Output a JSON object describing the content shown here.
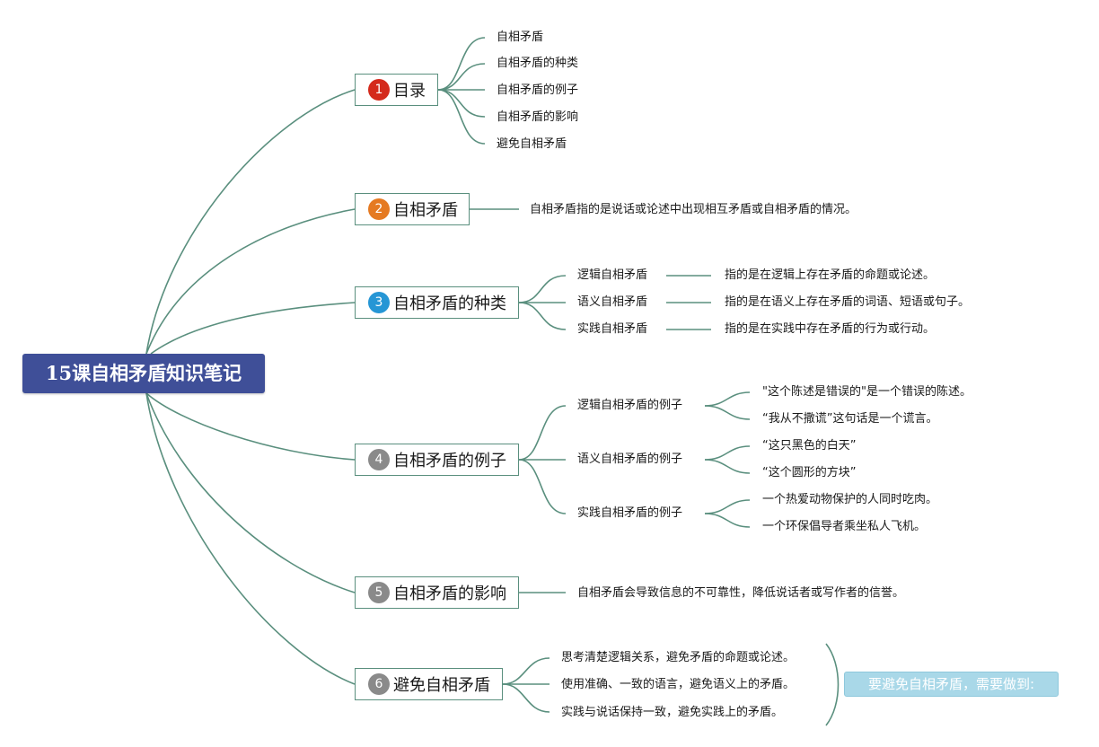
{
  "root": {
    "title": "15课自相矛盾知识笔记"
  },
  "colors": {
    "line": "#5a8f7e",
    "root_bg": "#3f4f98",
    "badge_red": "#d42a1c",
    "badge_orange": "#e57a22",
    "badge_blue": "#2696d5",
    "badge_gray": "#8a8a8a",
    "note_bg": "#a9d8e8"
  },
  "branches": [
    {
      "num": "1",
      "label": "目录",
      "children": [
        "自相矛盾",
        "自相矛盾的种类",
        "自相矛盾的例子",
        "自相矛盾的影响",
        "避免自相矛盾"
      ]
    },
    {
      "num": "2",
      "label": "自相矛盾",
      "children": [
        "自相矛盾指的是说话或论述中出现相互矛盾或自相矛盾的情况。"
      ]
    },
    {
      "num": "3",
      "label": "自相矛盾的种类",
      "children": [
        {
          "label": "逻辑自相矛盾",
          "detail": "指的是在逻辑上存在矛盾的命题或论述。"
        },
        {
          "label": "语义自相矛盾",
          "detail": "指的是在语义上存在矛盾的词语、短语或句子。"
        },
        {
          "label": "实践自相矛盾",
          "detail": "指的是在实践中存在矛盾的行为或行动。"
        }
      ]
    },
    {
      "num": "4",
      "label": "自相矛盾的例子",
      "children": [
        {
          "label": "逻辑自相矛盾的例子",
          "examples": [
            "\"这个陈述是错误的\"是一个错误的陈述。",
            "“我从不撒谎”这句话是一个谎言。"
          ]
        },
        {
          "label": "语义自相矛盾的例子",
          "examples": [
            "“这只黑色的白天”",
            "“这个圆形的方块”"
          ]
        },
        {
          "label": "实践自相矛盾的例子",
          "examples": [
            "一个热爱动物保护的人同时吃肉。",
            "一个环保倡导者乘坐私人飞机。"
          ]
        }
      ]
    },
    {
      "num": "5",
      "label": "自相矛盾的影响",
      "children": [
        "自相矛盾会导致信息的不可靠性，降低说话者或写作者的信誉。"
      ]
    },
    {
      "num": "6",
      "label": "避免自相矛盾",
      "children": [
        "思考清楚逻辑关系，避免矛盾的命题或论述。",
        "使用准确、一致的语言，避免语义上的矛盾。",
        "实践与说话保持一致，避免实践上的矛盾。"
      ],
      "summary": "要避免自相矛盾，需要做到:"
    }
  ]
}
